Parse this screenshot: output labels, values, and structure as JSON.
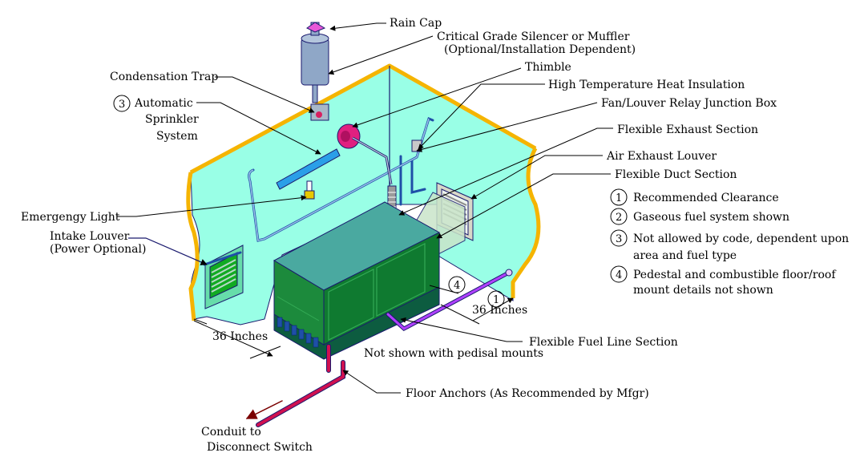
{
  "labels": {
    "rain_cap": "Rain Cap",
    "silencer_1": "Critical Grade Silencer or Muffler",
    "silencer_2": "(Optional/Installation Dependent)",
    "thimble": "Thimble",
    "high_temp": "High Temperature Heat Insulation",
    "condensation_trap": "Condensation Trap",
    "fan_louver": "Fan/Louver Relay Junction Box",
    "sprinkler_num": "3",
    "sprinkler_1": "Automatic",
    "sprinkler_2": "Sprinkler",
    "sprinkler_3": "System",
    "flex_exhaust": "Flexible Exhaust Section",
    "air_exhaust_louver": "Air Exhaust Louver",
    "flex_duct": "Flexible Duct Section",
    "emergency_light": "Emergengy Light",
    "intake_louver_1": "Intake Louver",
    "intake_louver_2": "(Power Optional)",
    "clearance_num_right": "1",
    "clearance_right": "36 Inches",
    "clearance_left": "36 Inches",
    "pedestal_num": "4",
    "flex_fuel_line": "Flexible Fuel Line Section",
    "not_shown": "Not shown with pedisal mounts",
    "floor_anchors": "Floor Anchors (As Recommended by Mfgr)",
    "conduit_1": "Conduit to",
    "conduit_2": "Disconnect Switch"
  },
  "notes": [
    {
      "num": "1",
      "lines": [
        "Recommended Clearance"
      ]
    },
    {
      "num": "2",
      "lines": [
        "Gaseous fuel system shown"
      ]
    },
    {
      "num": "3",
      "lines": [
        "Not allowed by code, dependent upon",
        "area and fuel type"
      ]
    },
    {
      "num": "4",
      "lines": [
        "Pedestal and combustible floor/roof",
        "mount details not shown"
      ]
    }
  ],
  "colors": {
    "wall": "#99ffe6",
    "wall_edge": "#f5b400",
    "generator_top": "#4aa9a0",
    "generator_side": "#1c8a3c",
    "generator_front": "#0f7a30",
    "pipe": "#1f4fa8",
    "exhaust": "#8fa7c7",
    "fuel": "#a020f0",
    "conduit": "#d01050"
  }
}
